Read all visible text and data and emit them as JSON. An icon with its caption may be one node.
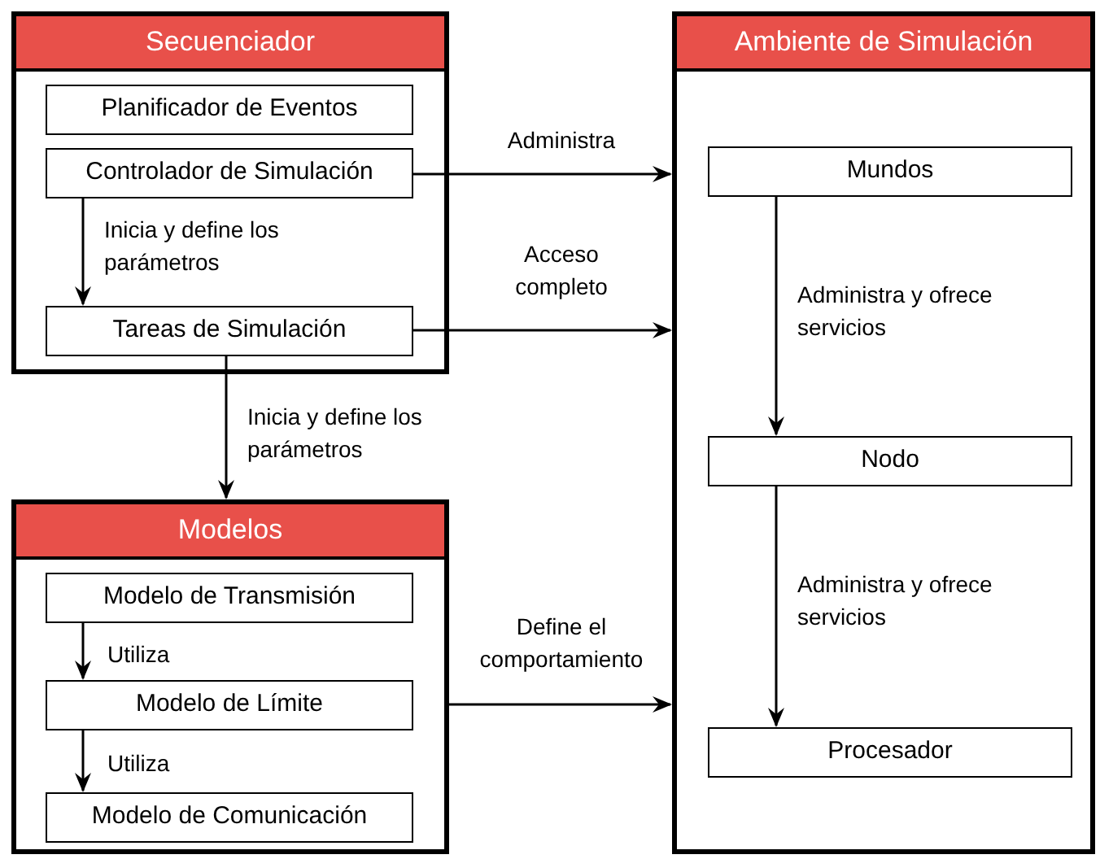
{
  "diagram": {
    "nodes": [
      {
        "text": [
          "Secuenciador"
        ]
      },
      {
        "text": [
          "Planificador de Eventos"
        ],
        "in": 0
      },
      {
        "text": [
          "Controlador de Simulación"
        ],
        "in": 0
      },
      {
        "text": [
          "Tareas de Simulación"
        ],
        "in": 0
      },
      {
        "text": [
          "Ambiente de Simulación"
        ]
      },
      {
        "text": [
          "Mundos"
        ],
        "in": 4
      },
      {
        "text": [
          "Nodo"
        ],
        "in": 4
      },
      {
        "text": [
          "Procesador"
        ],
        "in": 4
      },
      {
        "text": [
          "Modelos"
        ]
      },
      {
        "text": [
          "Modelo de Transmisión"
        ],
        "in": 8
      },
      {
        "text": [
          "Modelo de Límite"
        ],
        "in": 8
      },
      {
        "text": [
          "Modelo de Comunicación"
        ],
        "in": 8
      }
    ],
    "edges": [
      {
        "from": 2,
        "to": 4,
        "arrow": "to",
        "label": "Administra"
      },
      {
        "from": 2,
        "to": 3,
        "arrow": "to",
        "label": "Inicia y define los parámetros"
      },
      {
        "from": 3,
        "to": 4,
        "arrow": "to",
        "label": "Acceso completo"
      },
      {
        "from": 3,
        "to": 8,
        "arrow": "to",
        "label": "Inicia y define los parámetros"
      },
      {
        "from": 9,
        "to": 10,
        "arrow": "to",
        "label": "Utiliza"
      },
      {
        "from": 10,
        "to": 11,
        "arrow": "to",
        "label": "Utiliza"
      },
      {
        "from": 8,
        "to": 4,
        "arrow": "to",
        "label": "Define el comportamiento"
      },
      {
        "from": 5,
        "to": 6,
        "arrow": "to",
        "label": "Administra y ofrece servicios"
      },
      {
        "from": 6,
        "to": 7,
        "arrow": "to",
        "label": "Administra y ofrece servicios"
      }
    ]
  }
}
